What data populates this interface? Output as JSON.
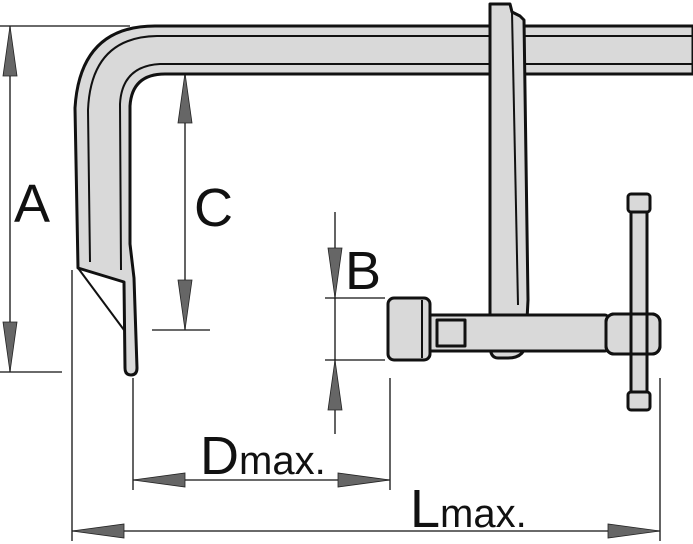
{
  "labels": {
    "a": "A",
    "b": "B",
    "c": "C",
    "d_letter": "D",
    "d_suffix": "max.",
    "l_letter": "L",
    "l_suffix": "max."
  },
  "colors": {
    "metal": "#d9d9d9",
    "outline": "#111111",
    "arrow": "#666666"
  }
}
